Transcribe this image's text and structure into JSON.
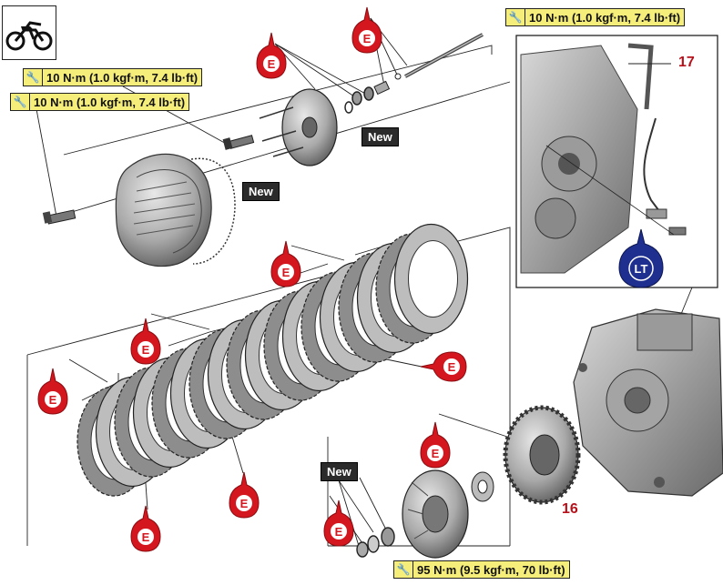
{
  "torque_specs": [
    {
      "id": "t_top_right",
      "text": "10 N·m (1.0 kgf·m, 7.4 lb·ft)"
    },
    {
      "id": "t_left_1",
      "text": "10 N·m (1.0 kgf·m, 7.4 lb·ft)"
    },
    {
      "id": "t_left_2",
      "text": "10 N·m (1.0 kgf·m, 7.4 lb·ft)"
    },
    {
      "id": "t_bottom",
      "text": "95 N·m (9.5 kgf·m, 70 lb·ft)"
    }
  ],
  "new_labels": [
    "New",
    "New",
    "New"
  ],
  "callouts": [
    "17",
    "16"
  ],
  "oil_marker_letter": "E",
  "lt_marker_text": "LT",
  "icons": {
    "vehicle": "motocross-bike-icon",
    "torque": "torque-wrench-icon",
    "oil": "engine-oil-bottle-icon",
    "threadlock": "locking-agent-bottle-icon"
  },
  "colors": {
    "torque_bg": "#f6ee7a",
    "oil_red": "#d4161e",
    "lt_blue": "#1e2f8f",
    "callout_red": "#b5121b",
    "new_bg": "#2b2b2b"
  }
}
